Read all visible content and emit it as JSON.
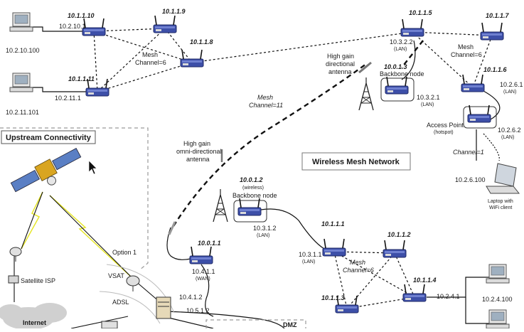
{
  "title": "Wireless Mesh Network",
  "upstream": {
    "title": "Upstream Connectivity",
    "satellite_isp": "Satellite ISP",
    "option1": "Option 1",
    "vsat": "VSAT",
    "adsl": "ADSL",
    "internet": "Internet",
    "dmz": "DMZ"
  },
  "labels": {
    "ip_10_2_10_1": "10.2.10.1",
    "ip_10_2_10_100": "10.2.10.100",
    "ip_10_2_11_1": "10.2.11.1",
    "ip_10_2_11_101": "10.2.11.101",
    "mesh_ch6_a_1": "Mesh",
    "mesh_ch6_a_2": "Channel=6",
    "mesh_ch6_b_1": "Mesh",
    "mesh_ch6_b_2": "Channel=6",
    "mesh_ch6_c_1": "Mesh",
    "mesh_ch6_c_2": "Channel=6",
    "mesh_ch11_1": "Mesh",
    "mesh_ch11_2": "Channel=11",
    "hg_dir_1": "High gain",
    "hg_dir_2": "directional",
    "hg_dir_3": "antenna",
    "hg_omni_1": "High gain",
    "hg_omni_2": "omni-directional",
    "hg_omni_3": "antenna",
    "backbone_a": "Backbone node",
    "backbone_b": "Backbone node",
    "ip_10_3_2_2": "10.3.2.2",
    "lan_a": "(LAN)",
    "ip_10_3_2_1": "10.3.2.1",
    "lan_b": "(LAN)",
    "ip_10_2_6_1": "10.2.6.1",
    "lan_c": "(LAN)",
    "ap_1": "Access Point",
    "ap_2": "(hotspot)",
    "ip_10_2_6_2": "10.2.6.2",
    "lan_d": "(LAN)",
    "channel1": "Channel=1",
    "ip_10_2_6_100": "10.2.6.100",
    "laptop_1": "Laptop with",
    "laptop_2": "WiFi client",
    "wireless": "(wireless)",
    "ip_10_3_1_2": "10.3.1.2",
    "lan_e": "(LAN)",
    "ip_10_4_1_1": "10.4.1.1",
    "wan": "(WAN)",
    "ip_10_3_1_1": "10.3.1.1",
    "lan_f": "(LAN)",
    "ip_10_2_4_1": "10.2.4.1",
    "ip_10_2_4_100": "10.2.4.100",
    "ip_10_4_1_2": "10.4.1.2",
    "ip_10_5_1_2": "10.5.1.2"
  },
  "nodes": {
    "n_10_1_1_10": "10.1.1.10",
    "n_10_1_1_9": "10.1.1.9",
    "n_10_1_1_8": "10.1.1.8",
    "n_10_1_1_11": "10.1.1.11",
    "n_10_1_1_5": "10.1.1.5",
    "n_10_1_1_7": "10.1.1.7",
    "n_10_1_1_6": "10.1.1.6",
    "n_10_0_1_3": "10.0.1.3",
    "n_10_0_1_2": "10.0.1.2",
    "n_10_0_1_1": "10.0.1.1",
    "n_10_1_1_1": "10.1.1.1",
    "n_10_1_1_2": "10.1.1.2",
    "n_10_1_1_3": "10.1.1.3",
    "n_10_1_1_4": "10.1.1.4"
  },
  "colors": {
    "router_blue": "#3d4fa8",
    "router_dark": "#1f2a66",
    "link_black": "#111111",
    "wireless_yellow": "#e6e62a",
    "dash_gray": "#9a9a9a"
  }
}
